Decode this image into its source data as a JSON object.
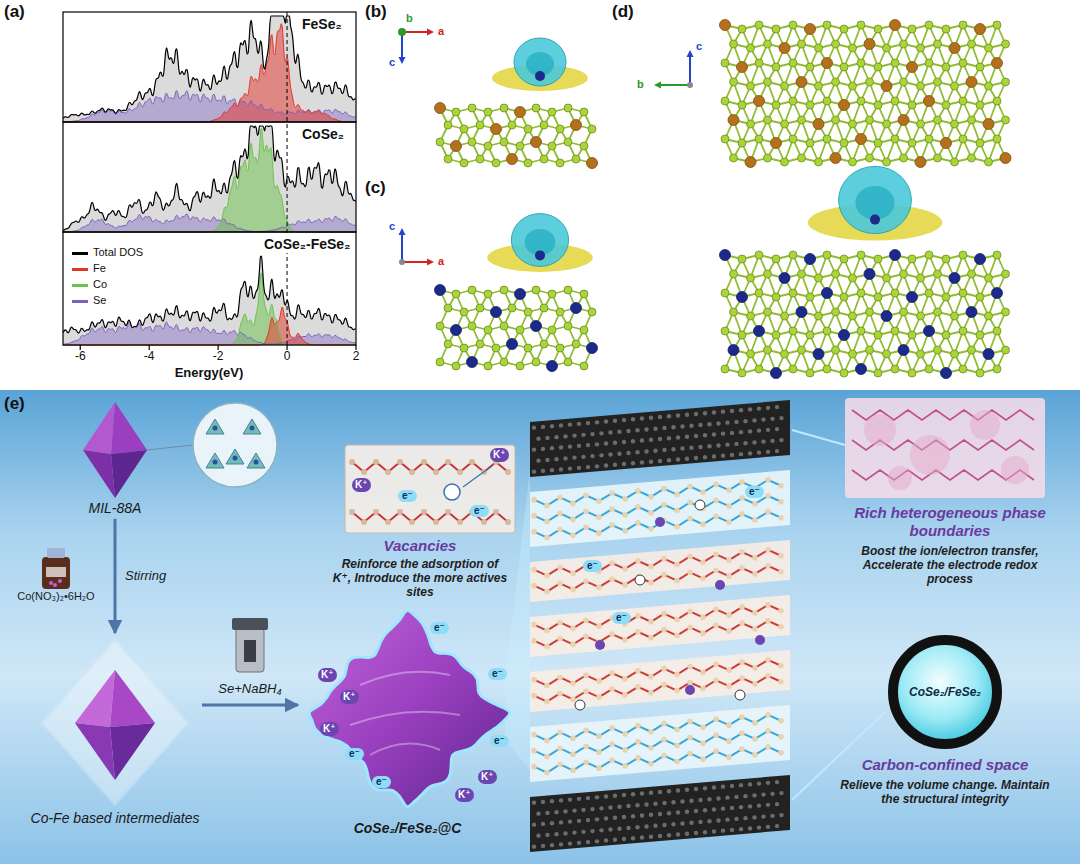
{
  "diagram": {
    "nodes": [
      {
        "text": [
          "MIL-88A"
        ]
      },
      {
        "text": [
          "Co(NO₃)₂•6H₂O"
        ]
      },
      {
        "text": [
          "Co-Fe based intermediates"
        ]
      },
      {
        "text": [
          "CoSe₂/FeSe₂@C"
        ]
      },
      {
        "text": [
          "CoSe₂/FeSe₂"
        ]
      }
    ],
    "edges": [
      {
        "from": 0,
        "to": 2,
        "label": "Stirring",
        "arrow": "to"
      },
      {
        "from": 2,
        "to": 3,
        "label": "Se+NaBH₄",
        "arrow": "to"
      }
    ],
    "labels": [
      "(a)",
      "FeSe₂",
      "CoSe₂",
      "CoSe₂-FeSe₂",
      "-6",
      "-4",
      "-2",
      "0",
      "2",
      "Energy(eV)",
      "(b)",
      "b",
      "a",
      "c",
      "(c)",
      "c",
      "a",
      "(d)",
      "c",
      "b",
      "(e)",
      "Vacancies",
      "Reinforce the adsorption of K⁺, Introduce the more actives sites",
      "Rich heterogeneous phase boundaries",
      "Boost the ion/electron transfer, Accelerate the electrode redox process",
      "Carbon-confined space",
      "Relieve the volume change. Maintain the structural integrity",
      "K⁺",
      "K⁺",
      "e⁻",
      "e⁻",
      "K⁺",
      "K⁺",
      "K⁺",
      "e⁻",
      "e⁻",
      "e⁻",
      "e⁻",
      "K⁺",
      "K⁺",
      "e⁻",
      "e⁻",
      "e⁻",
      "e⁻"
    ],
    "legend": [
      {
        "text": "Total DOS",
        "color": "#000000"
      },
      {
        "text": "Fe",
        "color": "#e3342a"
      },
      {
        "text": "Co",
        "color": "#6cc24a"
      },
      {
        "text": "Se",
        "color": "#7b5fc0"
      }
    ]
  }
}
